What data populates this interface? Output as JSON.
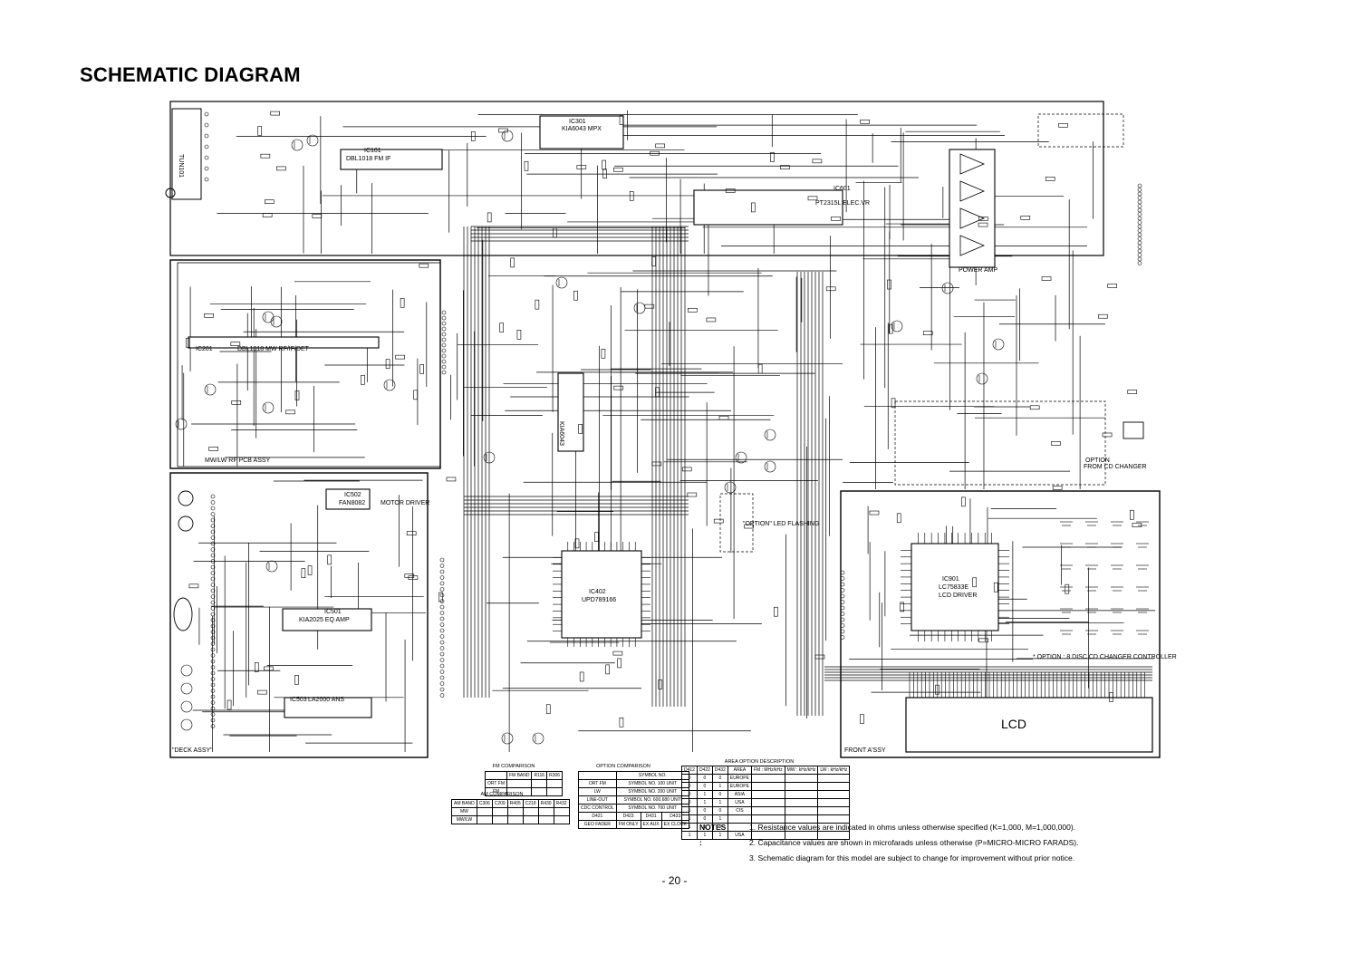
{
  "title": "SCHEMATIC DIAGRAM",
  "page_number": "- 20 -",
  "ic_labels": {
    "fm_tuner": "TUN101",
    "ic101": "IC101",
    "ic101_name": "DBL1018 FM IF",
    "ic301": "IC301",
    "ic301_name": "KIA6043 MPX",
    "ic601": "IC601",
    "ic601_name": "PT2315L ELEC.VR",
    "power_amp": "POWER AMP",
    "ic201": "IC201",
    "ic201_name": "DBL1018 MW RF/IF/DET",
    "mwlw_pcb": "MW/LW RF PCB ASSY",
    "ic502": "IC502",
    "ic502_name": "FAN8082",
    "motor_driver": "MOTOR DRIVER",
    "ic501": "IC501",
    "ic501_name": "KIA2025 EQ AMP",
    "ic503": "IC503",
    "ic503_name": "LA2000 ANS",
    "deck_assy": "\"DECK ASSY\"",
    "ic402": "IC402",
    "ic402_name": "UPD789166",
    "ic901": "IC901",
    "ic901_name": "LC75833E",
    "ic901_sub": "LCD DRIVER",
    "lcd": "LCD",
    "front_assy": "FRONT A'SSY",
    "cd_changer": "FROM CD CHANGER",
    "option_label": "OPTION",
    "option_cd": "* OPTION : 8 DISC CD CHANGER CONTROLLER",
    "led_flashing": "\"OPTION\" LED FLASHING",
    "mpx_ic": "KIA6043"
  },
  "tables": {
    "fm_comparison": {
      "caption": "FM COMPARISON",
      "headers": [
        "",
        "FM BAND",
        "R116",
        "R306"
      ],
      "rows": [
        [
          "ORT FM",
          "",
          "",
          ""
        ],
        [
          "FM",
          "",
          "",
          ""
        ]
      ]
    },
    "am_comparison": {
      "caption": "AM COMPARISON",
      "headers": [
        "AM BAND",
        "C306",
        "C209",
        "R405",
        "C218",
        "R430",
        "R432"
      ],
      "rows": [
        [
          "MW",
          "",
          "",
          "",
          "",
          "",
          ""
        ],
        [
          "MW/LW",
          "",
          "",
          "",
          "",
          "",
          ""
        ]
      ]
    },
    "option_comparison": {
      "caption": "OPTION COMPARISON",
      "headers": [
        "",
        "SYMBOL NO."
      ],
      "rows": [
        [
          "ORT FM",
          "SYMBOL NO. 100 UNIT"
        ],
        [
          "LW",
          "SYMBOL NO. 200 UNIT"
        ],
        [
          "LINE-OUT",
          "SYMBOL NO. 600,680 UNIT"
        ],
        [
          "CDC CONTROL",
          "SYMBOL NO. 700 UNIT"
        ]
      ],
      "footer_headers": [
        "D421",
        "D423",
        "D431",
        "D433"
      ],
      "footer_row": [
        "GEO FADER",
        "FM ONLY",
        "EX AUX",
        "EX CLOCK"
      ]
    },
    "area_option": {
      "caption": "AREA OPTION DESCRIPTION",
      "headers": [
        "D412",
        "D422",
        "D432",
        "AREA",
        "FM : MHz/kHz",
        "MW : kHz/kHz",
        "LW : kHz/kHz"
      ],
      "rows": [
        [
          "0",
          "0",
          "0",
          "EUROPE",
          "",
          "",
          ""
        ],
        [
          "0",
          "0",
          "1",
          "EUROPE",
          "",
          "",
          ""
        ],
        [
          "0",
          "1",
          "0",
          "ASIA",
          "",
          "",
          ""
        ],
        [
          "0",
          "1",
          "1",
          "USA",
          "",
          "",
          ""
        ],
        [
          "1",
          "0",
          "0",
          "CIS",
          "",
          "",
          ""
        ],
        [
          "1",
          "0",
          "1",
          "",
          "",
          "",
          ""
        ],
        [
          "1",
          "1",
          "0",
          "",
          "",
          "",
          ""
        ],
        [
          "1",
          "1",
          "1",
          "USA",
          "",
          "",
          ""
        ]
      ]
    }
  },
  "notes": {
    "label": "NOTES :",
    "items": [
      "1. Resistance values are indicated in ohms unless otherwise specified (K=1,000, M=1,000,000).",
      "2. Capacitance values are shown in microfarads unless otherwise (P=MICRO-MICRO FARADS).",
      "3. Schematic diagram for this model are subject to change for improvement without prior notice."
    ]
  }
}
